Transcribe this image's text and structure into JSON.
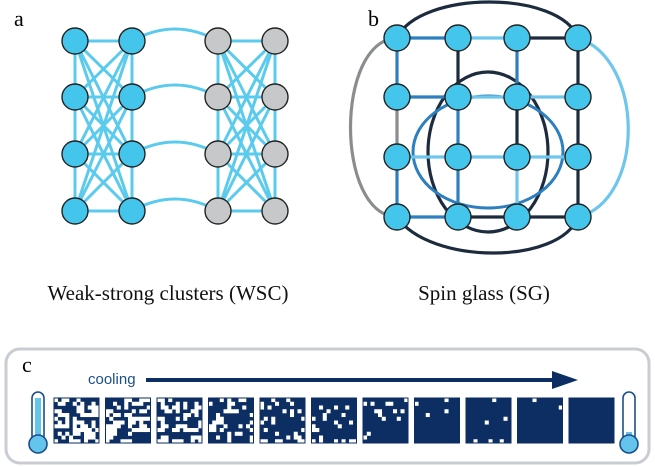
{
  "panel_a": {
    "label": "a",
    "caption": "Weak-strong clusters (WSC)",
    "colors": {
      "spin_active": "#43c5ec",
      "spin_inactive": "#c7c8c9",
      "edge": "#5bcbed",
      "stroke": "#222222"
    }
  },
  "panel_b": {
    "label": "b",
    "caption": "Spin glass (SG)",
    "colors": {
      "spin": "#43c5ec",
      "dark": "#1d2b3e",
      "mid": "#2e7fbf",
      "light": "#6ec6ec",
      "gray": "#8a8d90"
    }
  },
  "panel_c": {
    "label": "c",
    "cooling_label": "cooling",
    "snapshot_count": 11,
    "colors": {
      "navy": "#0c2e63",
      "frame": "#c9cdd2",
      "thermo_fill": "#64c4ec",
      "thermo_stroke": "#1a4f8a"
    }
  }
}
